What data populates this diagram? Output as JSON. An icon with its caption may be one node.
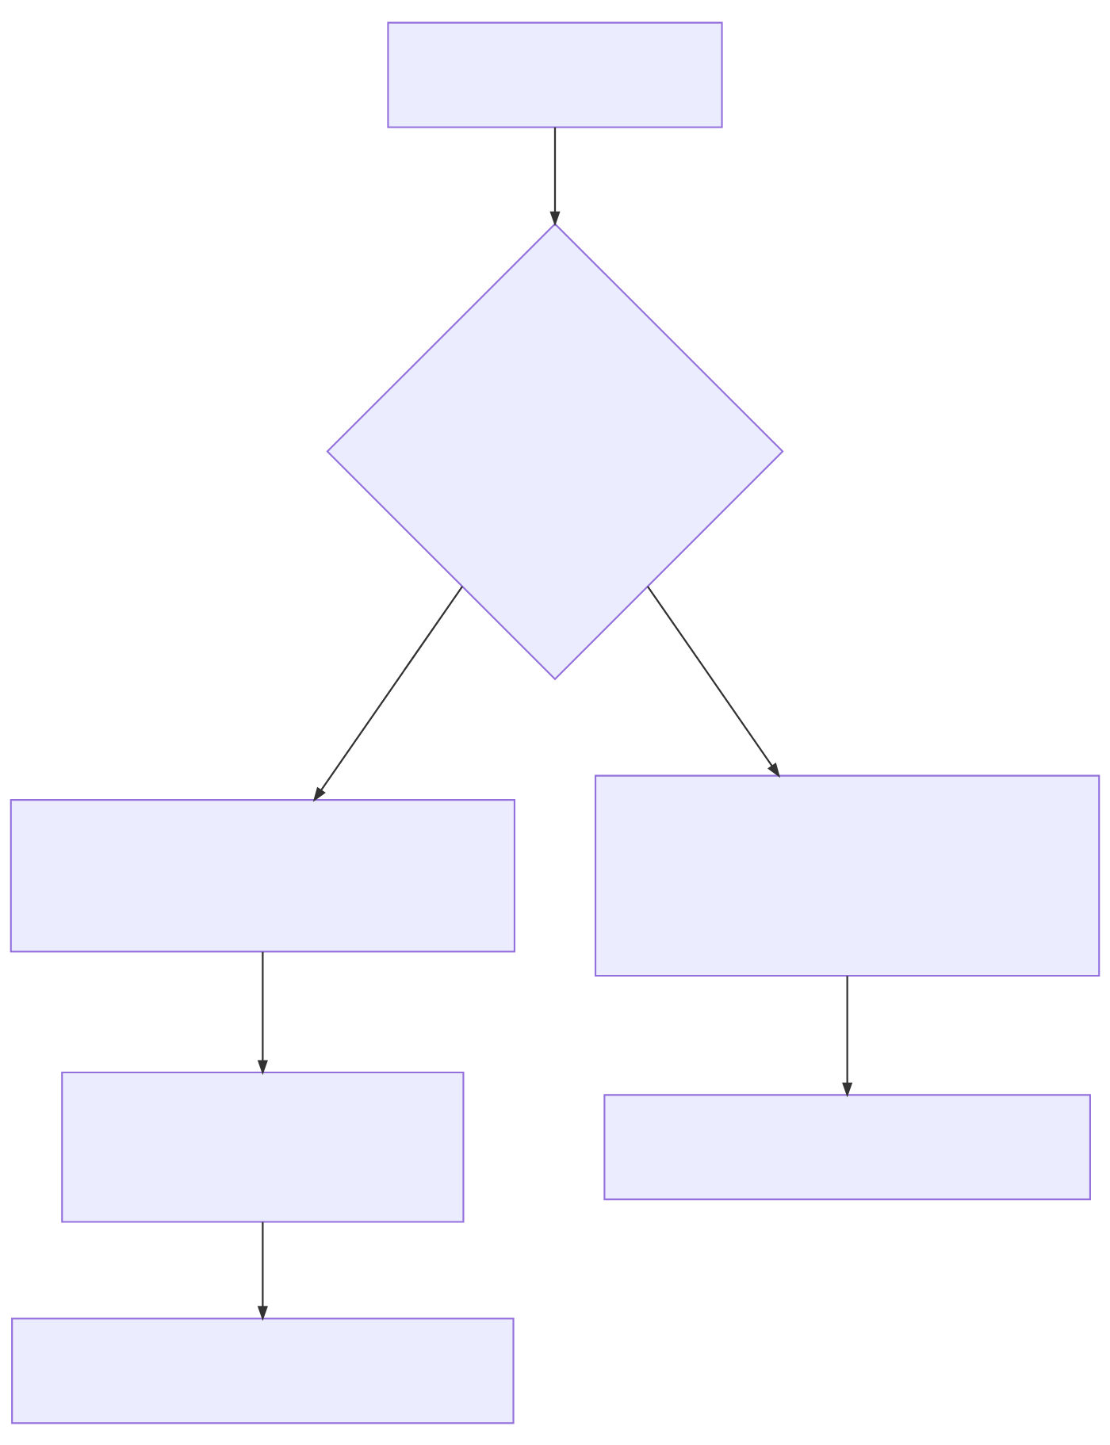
{
  "diagram": {
    "nodes": [
      {
        "text": [],
        "shape": "box"
      },
      {
        "text": [],
        "shape": "diamond"
      },
      {
        "text": [],
        "shape": "box"
      },
      {
        "text": [],
        "shape": "box"
      },
      {
        "text": [],
        "shape": "box"
      },
      {
        "text": [],
        "shape": "box"
      },
      {
        "text": [],
        "shape": "box"
      }
    ],
    "edges": [
      {
        "from": 0,
        "to": 1,
        "arrow": "to"
      },
      {
        "from": 1,
        "to": 2,
        "arrow": "to"
      },
      {
        "from": 1,
        "to": 3,
        "arrow": "to"
      },
      {
        "from": 2,
        "to": 4,
        "arrow": "to"
      },
      {
        "from": 3,
        "to": 5,
        "arrow": "to"
      },
      {
        "from": 4,
        "to": 6,
        "arrow": "to"
      }
    ]
  }
}
